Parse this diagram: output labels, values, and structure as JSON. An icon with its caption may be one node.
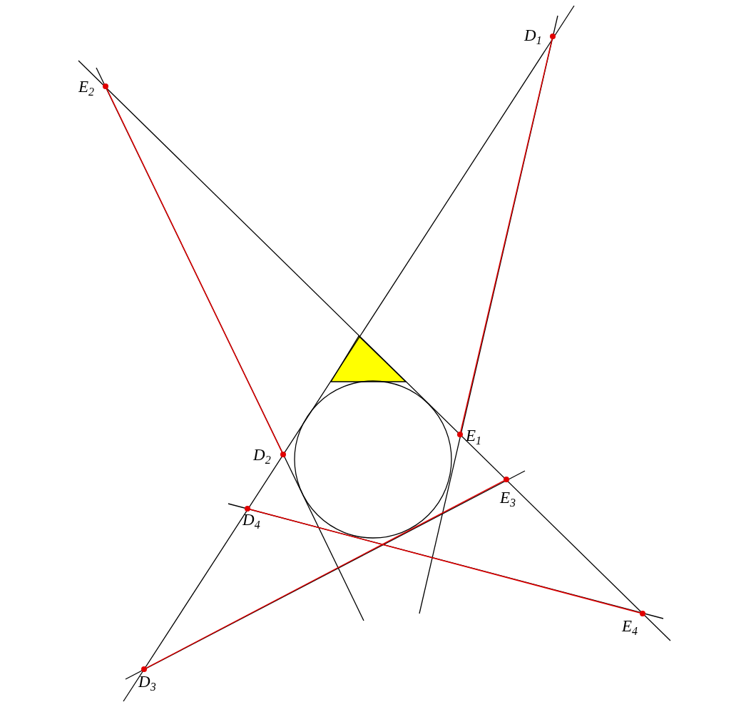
{
  "diagram": {
    "nodes": [
      {
        "text": [
          "D$_{1}$"
        ]
      },
      {
        "text": [
          "E$_{1}$"
        ]
      },
      {
        "text": [
          "E$_{2}$"
        ]
      },
      {
        "text": [
          "D$_{2}$"
        ]
      },
      {
        "text": [
          "D$_{3}$"
        ]
      },
      {
        "text": [
          "E$_{3}$"
        ]
      },
      {
        "text": [
          "D$_{4}$"
        ]
      },
      {
        "text": [
          "E$_{4}$"
        ]
      }
    ],
    "edges": [
      {
        "from": 0,
        "to": 1,
        "arrow": "none"
      },
      {
        "from": 2,
        "to": 3,
        "arrow": "none"
      },
      {
        "from": 4,
        "to": 5,
        "arrow": "none"
      },
      {
        "from": 6,
        "to": 7,
        "arrow": "none"
      }
    ]
  }
}
